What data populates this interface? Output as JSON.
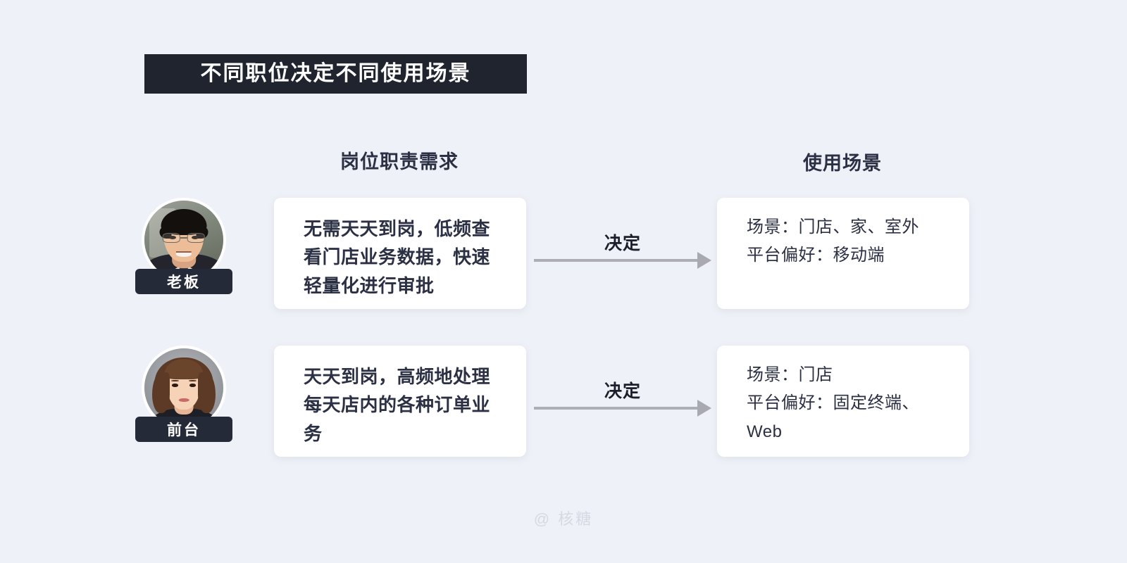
{
  "page": {
    "background_color": "#eef1f7",
    "watermark": "@ 核糖"
  },
  "title_banner": {
    "text": "不同职位决定不同使用场景",
    "background_color": "#20242f",
    "text_color": "#ffffff"
  },
  "columns": {
    "left_header": "岗位职责需求",
    "right_header": "使用场景"
  },
  "connector": {
    "label": "决定",
    "line_color": "#adadb5",
    "arrow_color": "#a9a9b2"
  },
  "rows": [
    {
      "persona": {
        "badge": "老板",
        "avatar_icon": "boss-avatar",
        "badge_color": "#252a38"
      },
      "responsibility": "无需天天到岗，低频查看门店业务数据，快速轻量化进行审批",
      "scenario_lines": [
        "场景：门店、家、室外",
        "平台偏好：移动端"
      ],
      "connector_label": "决定"
    },
    {
      "persona": {
        "badge": "前台",
        "avatar_icon": "receptionist-avatar",
        "badge_color": "#252a38"
      },
      "responsibility": "天天到岗，高频地处理每天店内的各种订单业务",
      "scenario_lines": [
        "场景：门店",
        "平台偏好：固定终端、Web"
      ],
      "connector_label": "决定"
    }
  ]
}
